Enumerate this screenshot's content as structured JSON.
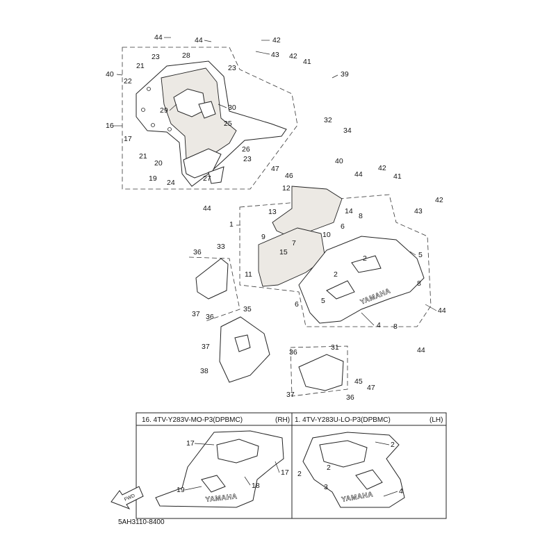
{
  "diagram": {
    "callouts": [
      "1",
      "2",
      "3",
      "4",
      "5",
      "6",
      "7",
      "8",
      "9",
      "10",
      "11",
      "12",
      "13",
      "14",
      "15",
      "16",
      "17",
      "18",
      "19",
      "20",
      "21",
      "22",
      "23",
      "24",
      "25",
      "26",
      "27",
      "28",
      "29",
      "30",
      "31",
      "32",
      "33",
      "34",
      "35",
      "36",
      "37",
      "38",
      "39",
      "40",
      "41",
      "42",
      "43",
      "44",
      "45",
      "46",
      "47"
    ],
    "inset_right": {
      "title": "16. 4TV-Y283V-MO-P3(DPBMC)",
      "side": "(RH)"
    },
    "inset_left": {
      "title": "1. 4TV-Y283U-LO-P3(DPBMC)",
      "side": "(LH)"
    },
    "direction_label": "FWD",
    "brand_text": "YAMAHA",
    "diagram_code": "5AH3110-8400"
  }
}
